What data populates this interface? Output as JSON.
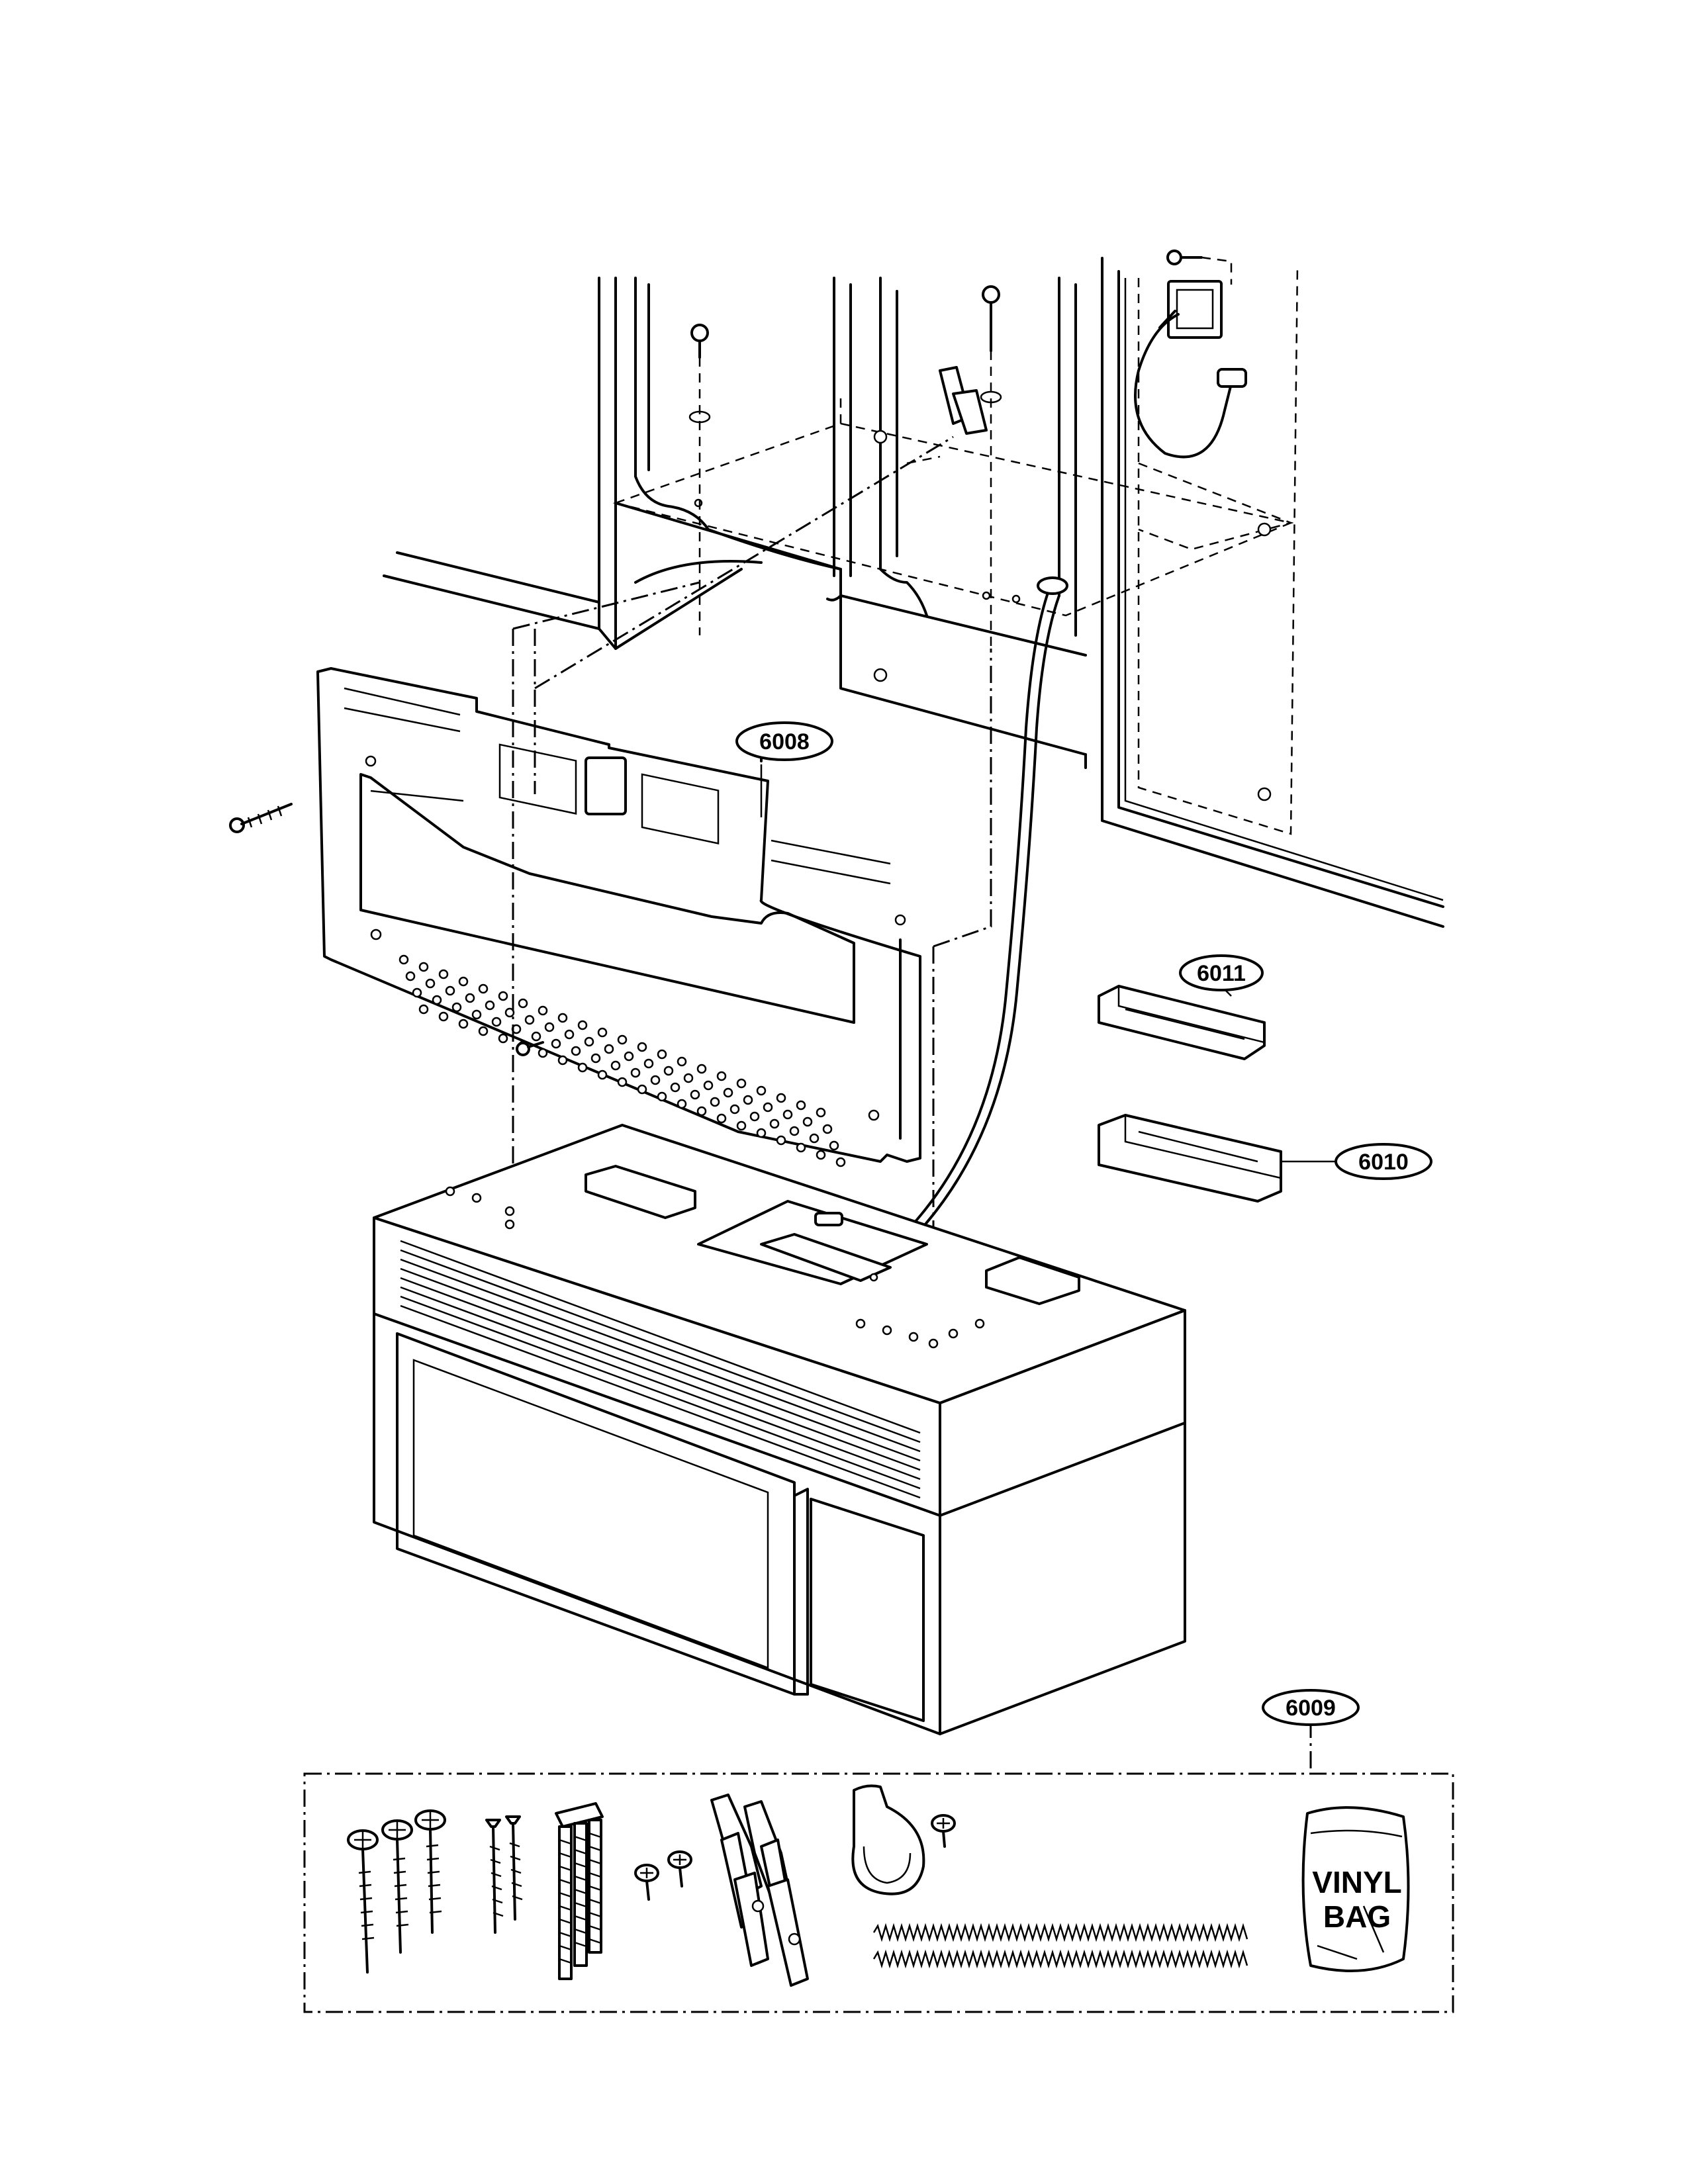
{
  "callouts": {
    "c6008": "6008",
    "c6011": "6011",
    "c6010": "6010",
    "c6009": "6009"
  },
  "kit": {
    "bag_line1": "VINYL",
    "bag_line2": "BAG"
  },
  "icons": [
    "screw-icon",
    "toggle-bolt-icon",
    "cable-clamp-icon",
    "spring-icon",
    "vinyl-bag-icon",
    "power-outlet-icon"
  ]
}
